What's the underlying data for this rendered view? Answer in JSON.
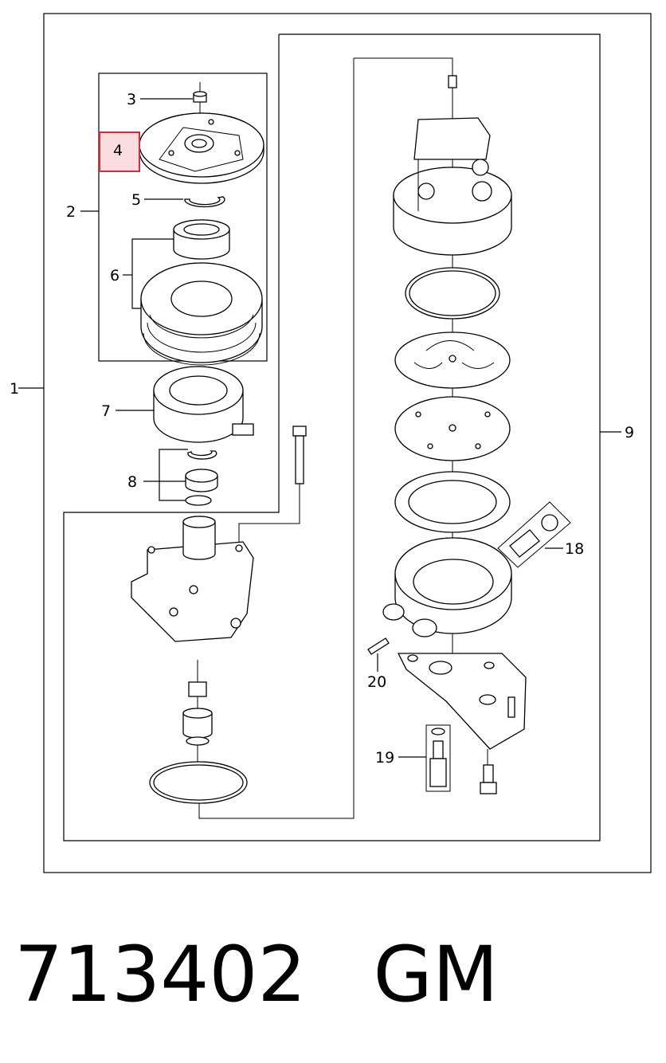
{
  "diagram": {
    "callouts": {
      "c1": "1",
      "c2": "2",
      "c3": "3",
      "c4": "4",
      "c5": "5",
      "c6": "6",
      "c7": "7",
      "c8": "8",
      "c9": "9",
      "c18": "18",
      "c19": "19",
      "c20": "20"
    },
    "highlight_color": "#d9283a",
    "highlight_fill": "#fbdde0"
  },
  "footer": {
    "part_number": "713402",
    "brand": "GM"
  }
}
